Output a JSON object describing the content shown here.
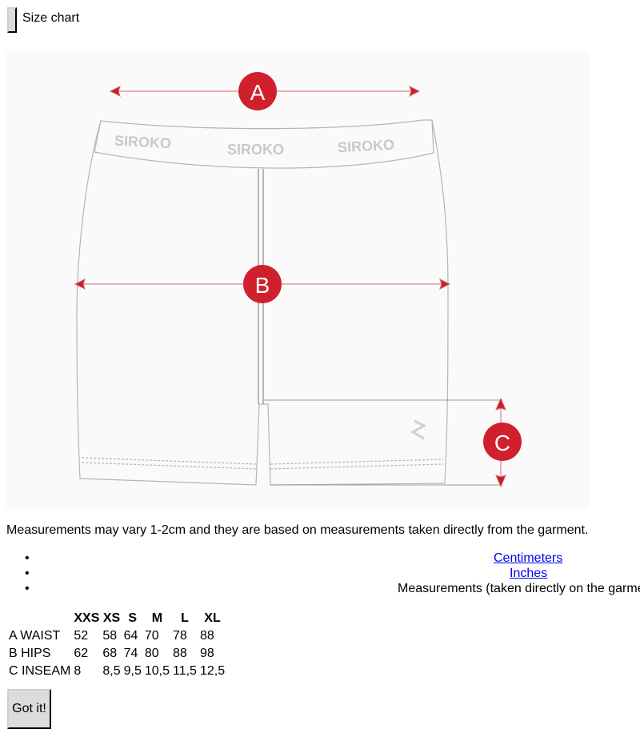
{
  "header": {
    "toggle_label": "",
    "title": "Size chart"
  },
  "figure": {
    "brand_texts": [
      "SIROKO",
      "SIROKO",
      "SIROKO"
    ],
    "markers": [
      "A",
      "B",
      "C"
    ],
    "accent_color": "#d0202e"
  },
  "note": "Measurements may vary 1-2cm and they are based on measurements taken directly from the garment.",
  "units": {
    "centimeters": "Centimeters",
    "inches": "Inches",
    "measurements": "Measurements (taken directly on the garment)"
  },
  "size_table": {
    "headers": [
      "",
      "XXS",
      "XS",
      "S",
      "M",
      "L",
      "XL"
    ],
    "rows": [
      {
        "label": "A WAIST",
        "values": [
          "52",
          "58",
          "64",
          "70",
          "78",
          "88"
        ]
      },
      {
        "label": "B HIPS",
        "values": [
          "62",
          "68",
          "74",
          "80",
          "88",
          "98"
        ]
      },
      {
        "label": "C INSEAM",
        "values": [
          "8",
          "8,5",
          "9,5",
          "10,5",
          "11,5",
          "12,5"
        ]
      }
    ]
  },
  "got_it_label": "Got it!"
}
